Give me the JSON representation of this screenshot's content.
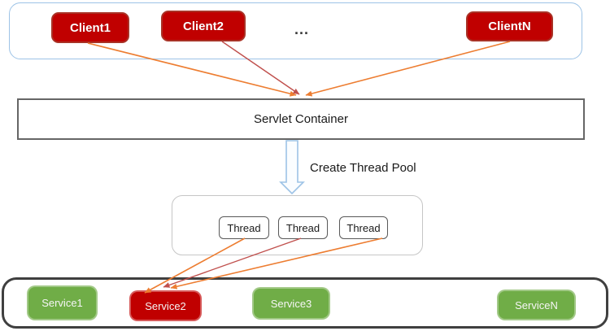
{
  "diagram": {
    "clients_group": {
      "items": [
        {
          "label": "Client1"
        },
        {
          "label": "Client2"
        },
        {
          "label": "ClientN"
        }
      ],
      "ellipsis": "...",
      "node_fill": "#c00000",
      "node_text_color": "#ffffff",
      "group_border_color": "#9dc3e6"
    },
    "servlet": {
      "label": "Servlet Container",
      "border_color": "#666666"
    },
    "thread_pool": {
      "caption": "Create Thread Pool",
      "threads": [
        {
          "label": "Thread"
        },
        {
          "label": "Thread"
        },
        {
          "label": "Thread"
        }
      ],
      "group_border_color": "#c6c6c6"
    },
    "services_group": {
      "items": [
        {
          "label": "Service1",
          "fill": "#70ad47"
        },
        {
          "label": "Service2",
          "fill": "#c00000"
        },
        {
          "label": "Service3",
          "fill": "#70ad47"
        },
        {
          "label": "ServiceN",
          "fill": "#70ad47"
        }
      ],
      "group_border_color": "#3f3f3f"
    },
    "edges": [
      {
        "from": "Client1",
        "to": "Servlet Container",
        "color": "#ed7d31",
        "style": "thin-arrow"
      },
      {
        "from": "Client2",
        "to": "Servlet Container",
        "color": "#c0504d",
        "style": "thin-arrow"
      },
      {
        "from": "ClientN",
        "to": "Servlet Container",
        "color": "#ed7d31",
        "style": "thin-arrow"
      },
      {
        "from": "Servlet Container",
        "to": "Thread Pool",
        "color": "#9dc3e6",
        "style": "block-arrow"
      },
      {
        "from": "Thread 1",
        "to": "Service2",
        "color": "#ed7d31",
        "style": "thin-arrow"
      },
      {
        "from": "Thread 2",
        "to": "Service2",
        "color": "#c0504d",
        "style": "thin-arrow"
      },
      {
        "from": "Thread 3",
        "to": "Service2",
        "color": "#ed7d31",
        "style": "thin-arrow"
      }
    ],
    "accent_colors": {
      "orange_arrow": "#ed7d31",
      "crimson_arrow": "#c0504d",
      "light_blue": "#9dc3e6",
      "green_node": "#70ad47",
      "red_node": "#c00000"
    }
  }
}
